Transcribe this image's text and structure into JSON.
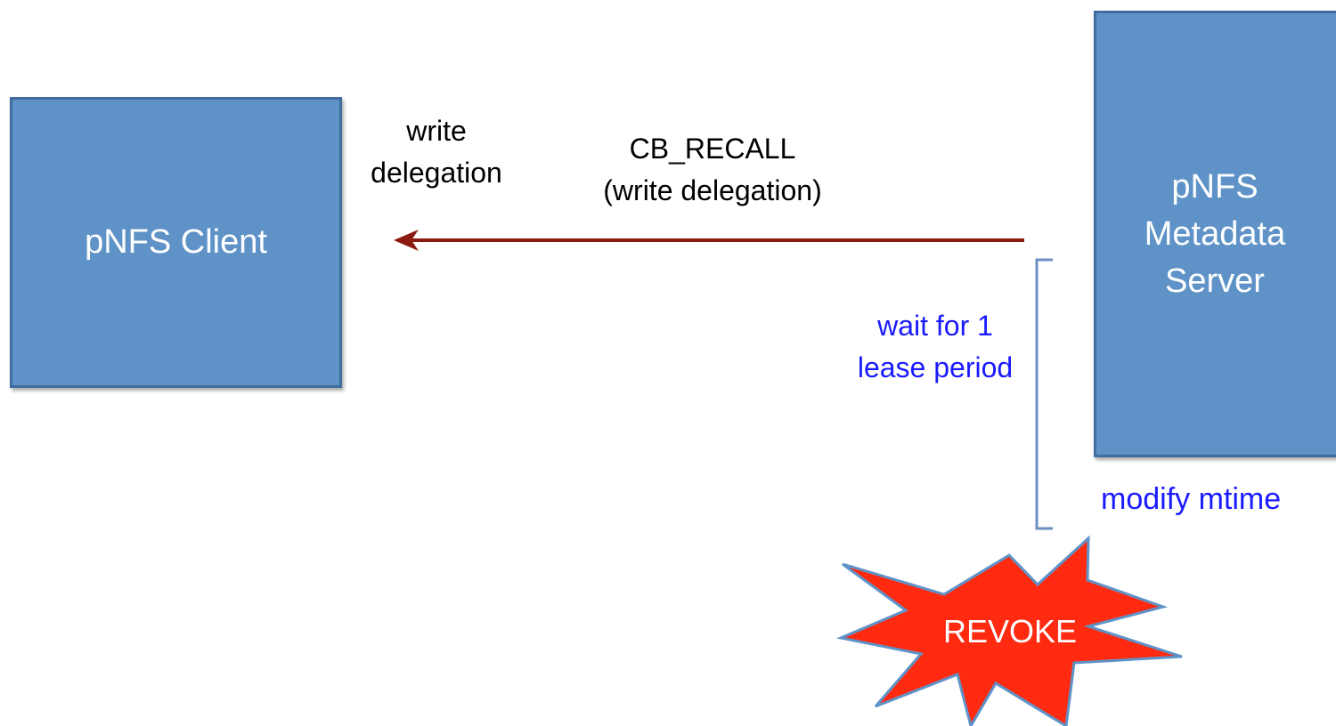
{
  "nodes": {
    "client": {
      "label": "pNFS Client"
    },
    "server": {
      "lines": [
        "pNFS",
        "Metadata",
        "Server"
      ]
    }
  },
  "labels": {
    "delegation": [
      "write",
      "delegation"
    ],
    "recall": [
      "CB_RECALL",
      "(write delegation)"
    ],
    "wait": [
      "wait for 1",
      "lease period"
    ],
    "mtime": "modify mtime",
    "revoke": "REVOKE"
  },
  "colors": {
    "box_fill": "#5f93c8",
    "box_border": "#3f6d9e",
    "arrow": "#8b1a10",
    "annotation_text": "#1a1aff",
    "bracket": "#6b8fc0",
    "burst_fill": "#ff2a10",
    "burst_stroke": "#5f93c8"
  },
  "icons": {
    "arrow": "left-arrow",
    "burst": "starburst",
    "bracket": "left-bracket"
  }
}
